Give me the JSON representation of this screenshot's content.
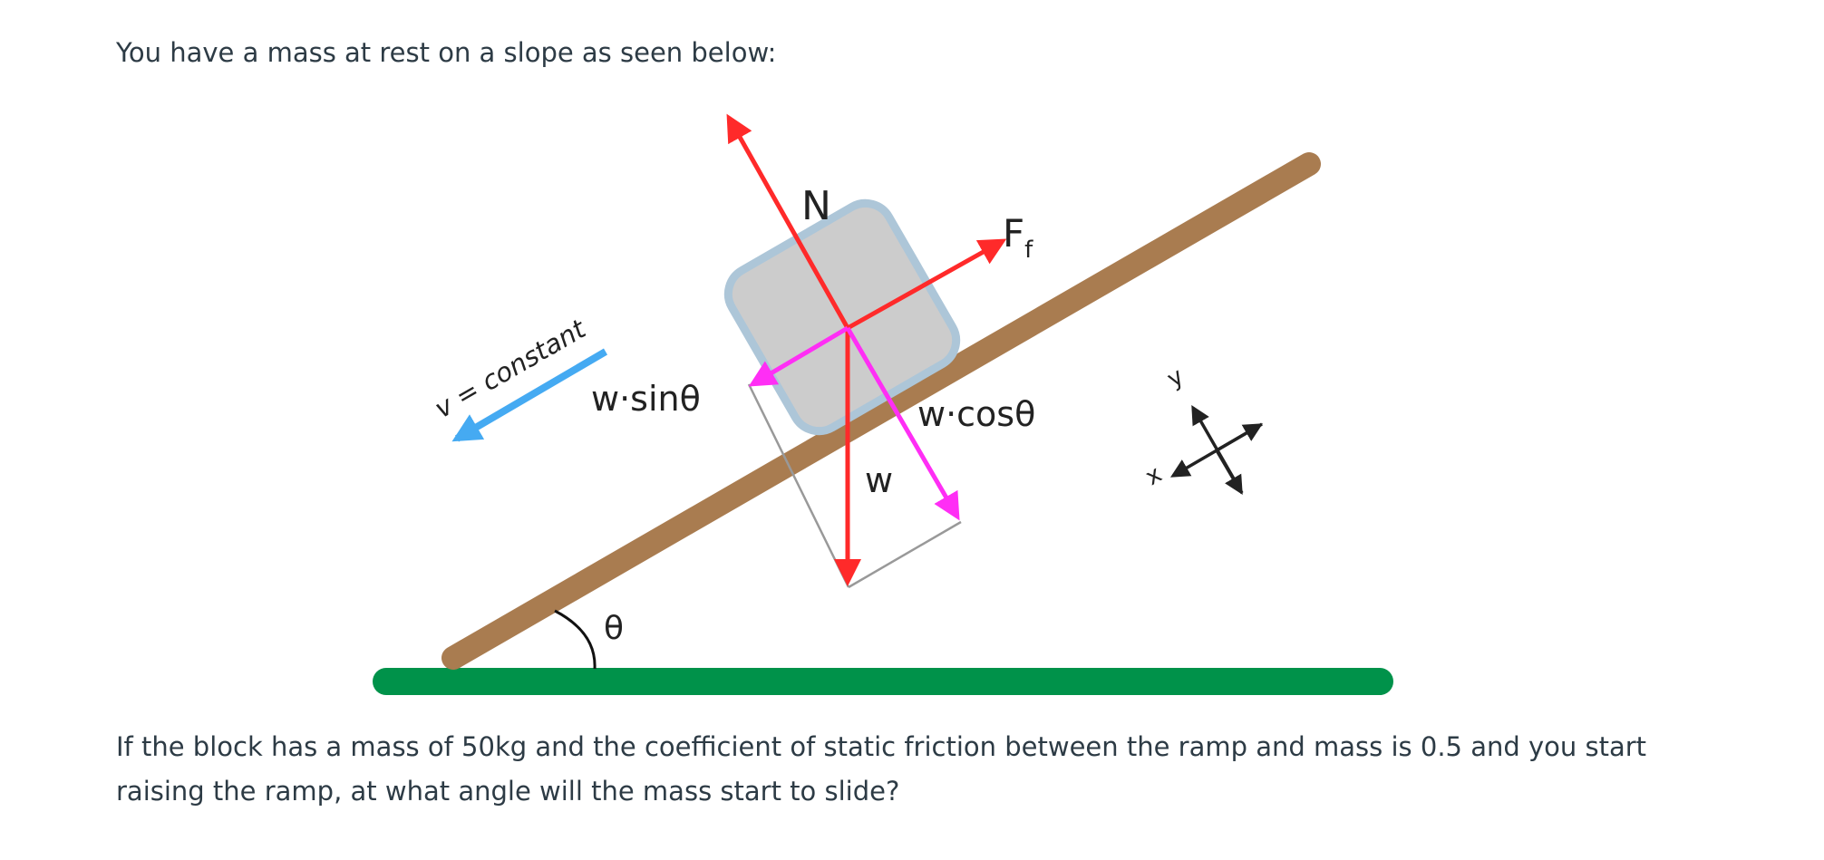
{
  "intro_text": "You have a mass at rest on a slope as seen below:",
  "question_text": "If the block has a mass of 50kg and the coefficient of static friction between the ramp and mass is 0.5 and you start raising the ramp, at what angle will the mass start to slide?",
  "diagram": {
    "labels": {
      "normal": "N",
      "friction_main": "F",
      "friction_sub": "f",
      "w_sin": "w·sinθ",
      "w_cos": "w·cosθ",
      "weight": "w",
      "angle": "θ",
      "velocity": "v = constant",
      "axis_x": "x",
      "axis_y": "y"
    },
    "colors": {
      "ramp": "#a97c50",
      "ground": "#00924a",
      "block_fill": "#cccccc",
      "block_border": "#adc6d8",
      "force_red": "#ff2a2a",
      "force_magenta": "#ff2ef5",
      "velocity_arrow": "#45aaf2",
      "construction_line": "#999999"
    }
  }
}
